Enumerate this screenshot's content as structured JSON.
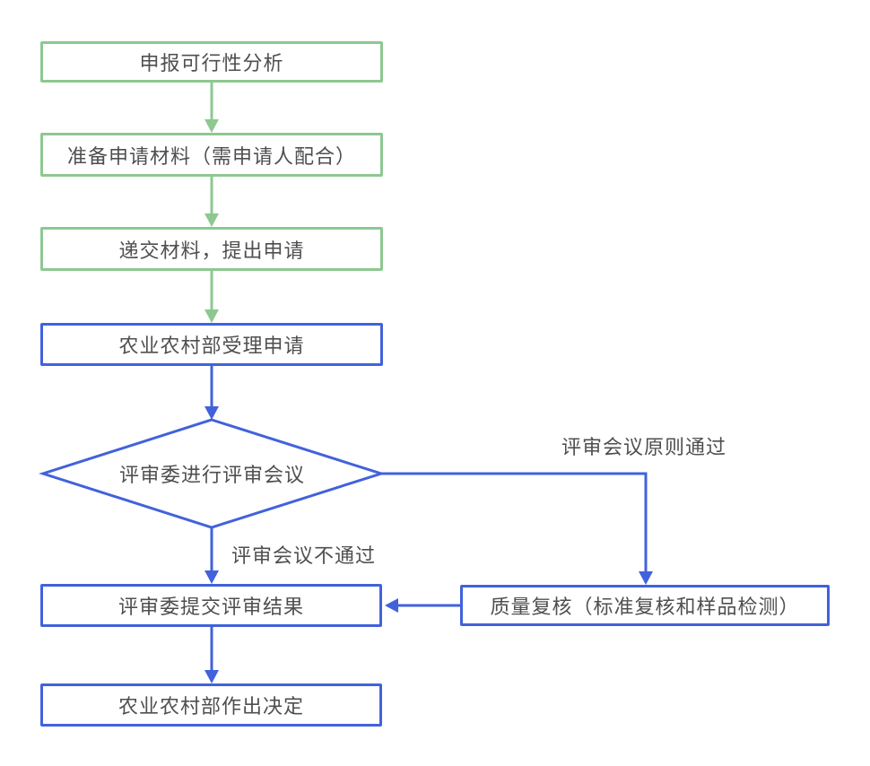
{
  "colors": {
    "green": "#8DC891",
    "blue": "#4162DB",
    "text": "#4F4F4F",
    "background": "#FFFFFF"
  },
  "flowchart": {
    "nodes": [
      {
        "id": "feasibility-analysis",
        "shape": "rect",
        "color": "green",
        "label": "申报可行性分析"
      },
      {
        "id": "prepare-materials",
        "shape": "rect",
        "color": "green",
        "label": "准备申请材料（需申请人配合）"
      },
      {
        "id": "submit-materials",
        "shape": "rect",
        "color": "green",
        "label": "递交材料，提出申请"
      },
      {
        "id": "moa-accept-application",
        "shape": "rect",
        "color": "blue",
        "label": "农业农村部受理申请"
      },
      {
        "id": "review-committee-meeting",
        "shape": "diamond",
        "color": "blue",
        "label": "评审委进行评审会议"
      },
      {
        "id": "submit-review-result",
        "shape": "rect",
        "color": "blue",
        "label": "评审委提交评审结果"
      },
      {
        "id": "moa-make-decision",
        "shape": "rect",
        "color": "blue",
        "label": "农业农村部作出决定"
      },
      {
        "id": "quality-recheck",
        "shape": "rect",
        "color": "blue",
        "label": "质量复核（标准复核和样品检测）"
      }
    ],
    "edge_labels": [
      {
        "id": "meeting-not-passed",
        "text": "评审会议不通过"
      },
      {
        "id": "meeting-passed-in-principle",
        "text": "评审会议原则通过"
      }
    ]
  }
}
